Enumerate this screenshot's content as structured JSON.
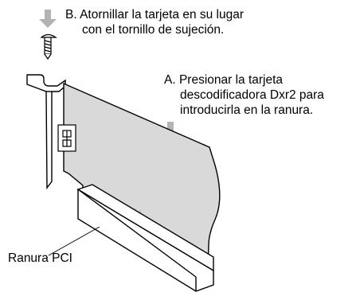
{
  "step_b": {
    "line1": "B.  Atornillar la tarjeta en su lugar",
    "line2": "con el tornillo de sujeción."
  },
  "step_a": {
    "line1": "A.  Presionar la tarjeta",
    "line2": "descodificadora Dxr2 para",
    "line3": "introducirla en la ranura."
  },
  "slot_label": "Ranura PCI",
  "colors": {
    "card_fill": "#d9d9d9",
    "arrow_fill": "#b3b3b3",
    "outline": "#000000",
    "background": "#ffffff"
  }
}
